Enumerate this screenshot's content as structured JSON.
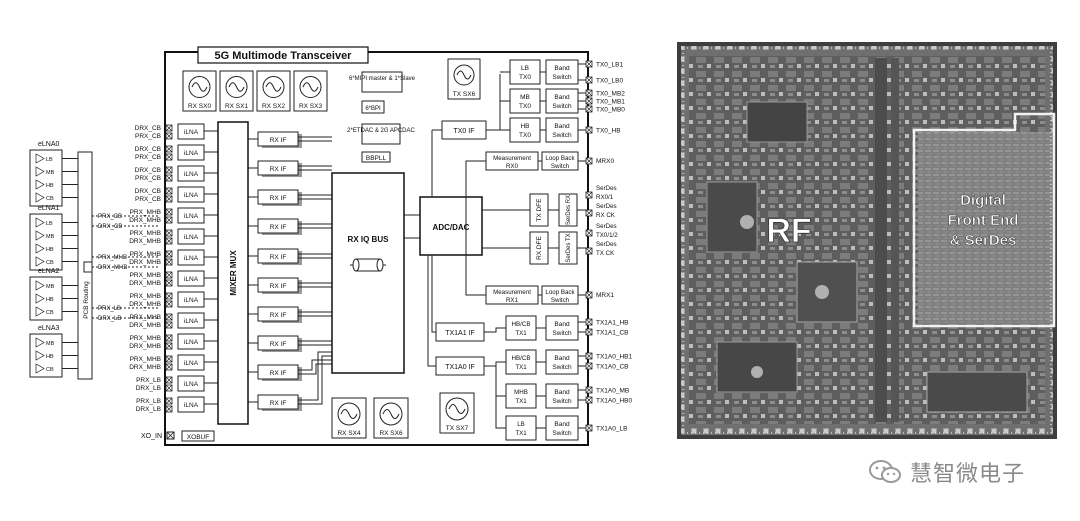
{
  "title": "5G Multimode Transceiver",
  "rx_synths_top": [
    "RX SX0",
    "RX SX1",
    "RX SX2",
    "RX SX3"
  ],
  "rx_synths_bottom": [
    "RX SX4",
    "RX SX6"
  ],
  "tx_synths": {
    "top": "TX SX6",
    "bottom": "TX SX7"
  },
  "mipi_label": "6*MIPI master & 1*Slave",
  "bpi_label": "6*BPI",
  "etdac_label": "2*ETDAC & 2G APCDAC",
  "bbpll_label": "BBPLL",
  "elna_groups": [
    {
      "name": "eLNA0",
      "bands": [
        "LB",
        "MB",
        "HB",
        "CB"
      ]
    },
    {
      "name": "eLNA1",
      "bands": [
        "LB",
        "MB",
        "HB",
        "CB"
      ]
    },
    {
      "name": "eLNA2",
      "bands": [
        "MB",
        "HB",
        "CB"
      ]
    },
    {
      "name": "eLNA3",
      "bands": [
        "MB",
        "HB",
        "CB"
      ]
    }
  ],
  "pcb_routing": "PCB Routing",
  "pcb_labels": [
    "PRX_CB",
    "DRX_CB",
    "PRX_MHB",
    "DRX_MHB",
    "PRX_LB",
    "DRX_LB"
  ],
  "input_pairs": [
    [
      "DRX_CB",
      "PRX_CB"
    ],
    [
      "DRX_CB",
      "PRX_CB"
    ],
    [
      "DRX_CB",
      "PRX_CB"
    ],
    [
      "DRX_CB",
      "PRX_CB"
    ],
    [
      "PRX_MHB",
      "DRX_MHB"
    ],
    [
      "PRX_MHB",
      "DRX_MHB"
    ],
    [
      "PRX_MHB",
      "DRX_MHB"
    ],
    [
      "PRX_MHB",
      "DRX_MHB"
    ],
    [
      "PRX_MHB",
      "DRX_MHB"
    ],
    [
      "PRX_MHB",
      "DRX_MHB"
    ],
    [
      "PRX_MHB",
      "DRX_MHB"
    ],
    [
      "PRX_MHB",
      "DRX_MHB"
    ],
    [
      "PRX_LB",
      "DRX_LB"
    ],
    [
      "PRX_LB",
      "DRX_LB"
    ]
  ],
  "ilna_label": "iLNA",
  "mixer_mux": "MIXER MUX",
  "rx_if_label": "RX IF",
  "rx_iq_bus": "RX IQ BUS",
  "adc_dac": "ADC/DAC",
  "tx0_if": "TX0 IF",
  "tx1a1_if": "TX1A1 IF",
  "tx1a0_if": "TX1A0 IF",
  "tx_dfe": "TX DFE",
  "rx_dfe": "RX DFE",
  "serdes_rx": "SerDes RX",
  "serdes_tx": "SerDes TX",
  "tx0_blocks": [
    {
      "amp": "LB TX0",
      "sw": "Band Switch",
      "outs": [
        "TX0_LB1",
        "TX0_LB0"
      ]
    },
    {
      "amp": "MB TX0",
      "sw": "Band Switch",
      "outs": [
        "TX0_MB2",
        "TX0_MB1",
        "TX0_MB0"
      ]
    },
    {
      "amp": "HB TX0",
      "sw": "Band Switch",
      "outs": [
        "TX0_HB"
      ]
    }
  ],
  "meas_rx0": {
    "a": "Measurement RX0",
    "b": "Loop Back Switch",
    "out": "MRX0"
  },
  "meas_rx1": {
    "a": "Measurement RX1",
    "b": "Loop Back Switch",
    "out": "MRX1"
  },
  "serdes_outputs_1": [
    "SerDes",
    "RX0/1",
    "SerDes",
    "RX CK"
  ],
  "serdes_outputs_2": [
    "SerDes",
    "TX0/1/2",
    "SerDes",
    "TX CK"
  ],
  "tx1_blocks": [
    {
      "amp": "HB/CB TX1",
      "sw": "Band Switch",
      "outs": [
        "TX1A1_HB",
        "TX1A1_CB"
      ]
    },
    {
      "amp": "HB/CB TX1",
      "sw": "Band Switch",
      "outs": [
        "TX1A0_HB1",
        "TX1A0_CB"
      ]
    },
    {
      "amp": "MHB TX1",
      "sw": "Band Switch",
      "outs": [
        "TX1A0_MB",
        "TX1A0_HB0"
      ]
    },
    {
      "amp": "LB TX1",
      "sw": "Band Switch",
      "outs": [
        "TX1A0_LB"
      ]
    }
  ],
  "xo_in": "XO_IN",
  "xobuf": "XOBUF",
  "die": {
    "rf": "RF",
    "digital": [
      "Digital",
      "Front End",
      "& SerDes"
    ]
  },
  "watermark": "慧智微电子"
}
